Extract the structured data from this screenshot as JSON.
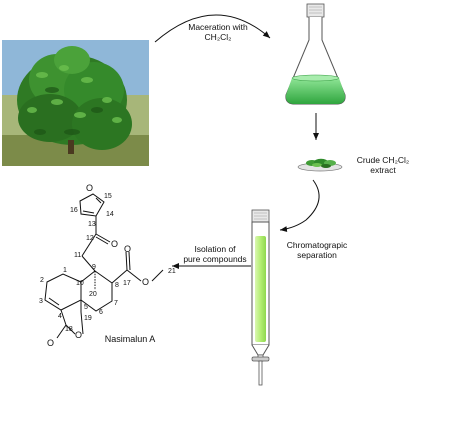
{
  "step_maceration": {
    "line1": "Maceration with",
    "line2": "CH₂Cl₂"
  },
  "step_crude": {
    "line1": "Crude CH₂Cl₂",
    "line2": "extract"
  },
  "step_chromatography": {
    "line1": "Chromatograpic",
    "line2": "separation"
  },
  "step_isolation": {
    "line1": "Isolation of",
    "line2": "pure compounds"
  },
  "compound": {
    "name": "Nasimalun A",
    "atoms": {
      "furan_o": "O",
      "ketone_o": "O",
      "ester_o_double": "O",
      "ester_o_single": "O",
      "lactone_o_double": "O",
      "lactone_o_ring": "O"
    },
    "numbers": [
      "1",
      "2",
      "3",
      "4",
      "5",
      "6",
      "7",
      "8",
      "9",
      "10",
      "11",
      "12",
      "13",
      "14",
      "15",
      "16",
      "17",
      "18",
      "19",
      "20",
      "21"
    ]
  },
  "colors": {
    "solvent": "#5fd06a",
    "solvent_dark": "#2f9a3c",
    "column_fill": "#b7ee7a",
    "glass": "#9a9a9a",
    "leaf": "#2f8a2a",
    "sky": "#8fb7d8"
  },
  "icons": [
    "plant-photo",
    "erlenmeyer-flask-icon",
    "crude-extract-icon",
    "chromatography-column-icon"
  ]
}
